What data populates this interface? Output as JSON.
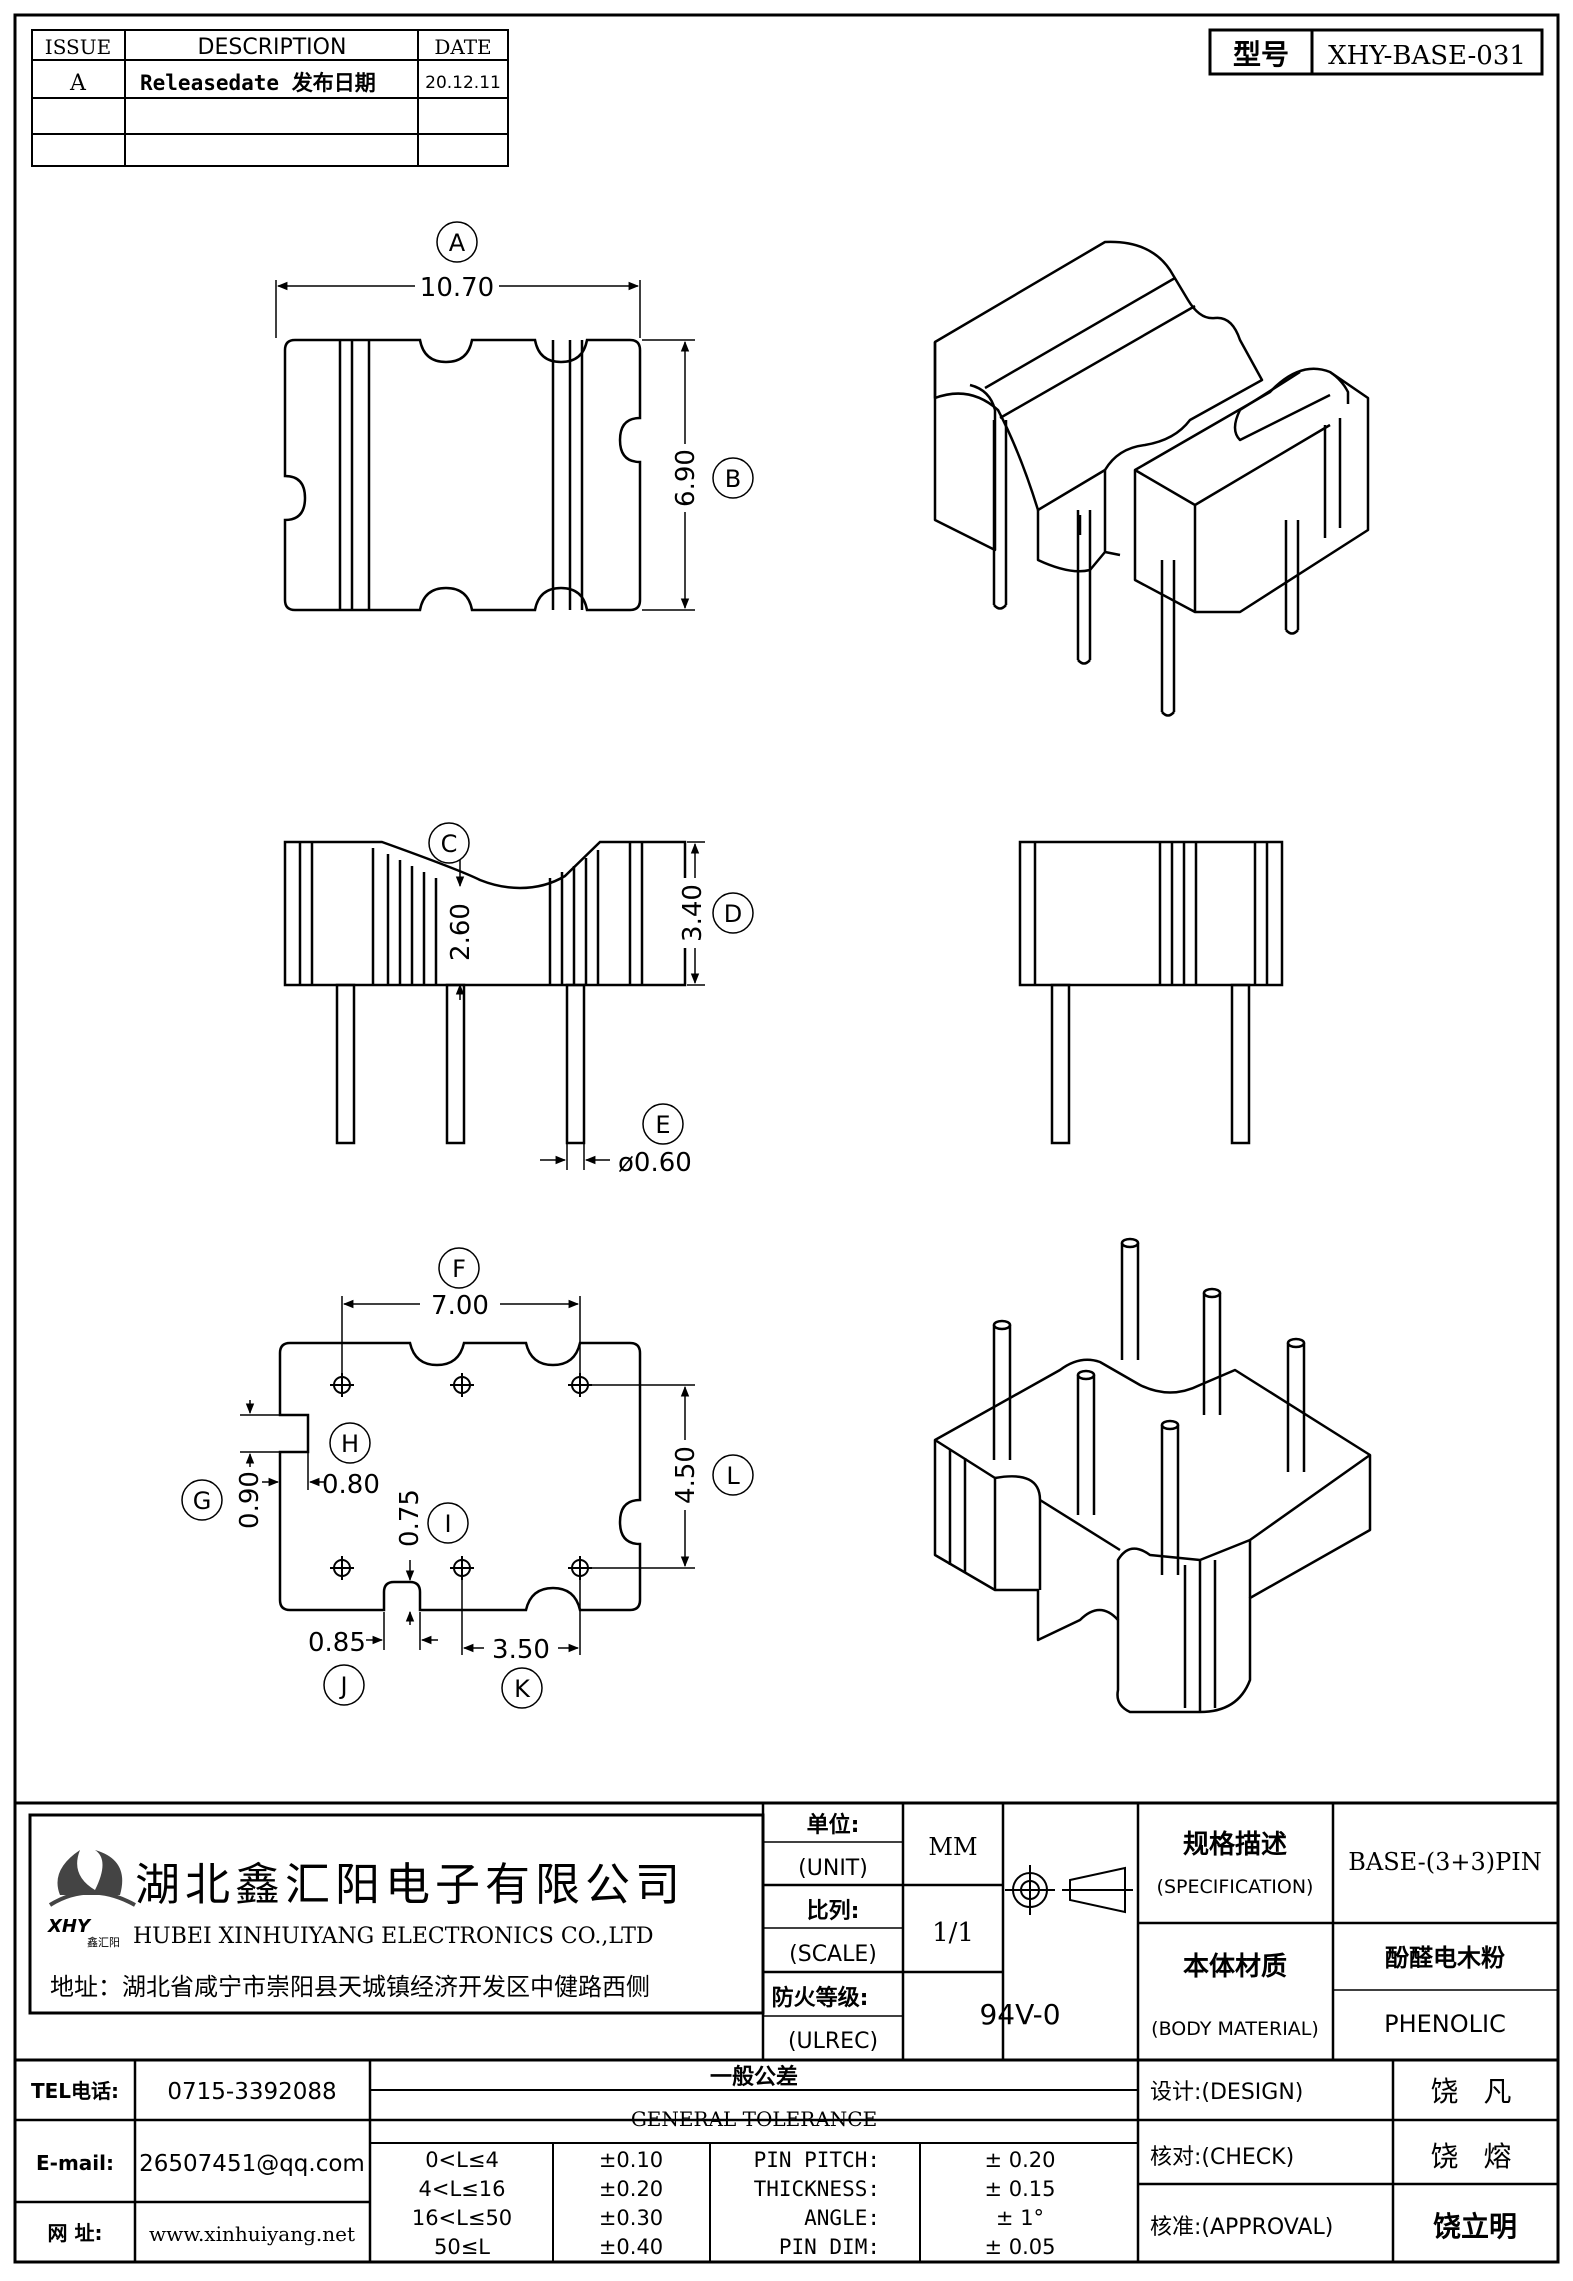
{
  "revision_table": {
    "headers": [
      "ISSUE",
      "DESCRIPTION",
      "DATE"
    ],
    "rows": [
      {
        "issue": "A",
        "description": "Releasedate 发布日期",
        "date": "20.12.11"
      },
      {
        "issue": "",
        "description": "",
        "date": ""
      },
      {
        "issue": "",
        "description": "",
        "date": ""
      }
    ]
  },
  "model": {
    "label": "型号",
    "value": "XHY-BASE-031"
  },
  "dimensions": {
    "A": {
      "label": "A",
      "value": "10.70"
    },
    "B": {
      "label": "B",
      "value": "6.90"
    },
    "C": {
      "label": "C",
      "value": "2.60"
    },
    "D": {
      "label": "D",
      "value": "3.40"
    },
    "E": {
      "label": "E",
      "value": "ø0.60"
    },
    "F": {
      "label": "F",
      "value": "7.00"
    },
    "G": {
      "label": "G",
      "value": "0.90"
    },
    "H": {
      "label": "H",
      "value": "0.80"
    },
    "I": {
      "label": "I",
      "value": "0.75"
    },
    "J": {
      "label": "J",
      "value": "0.85"
    },
    "K": {
      "label": "K",
      "value": "3.50"
    },
    "L": {
      "label": "L",
      "value": "4.50"
    }
  },
  "company": {
    "name_cn": "湖北鑫汇阳电子有限公司",
    "name_en": "HUBEI XINHUIYANG ELECTRONICS CO.,LTD",
    "address": "地址：湖北省咸宁市崇阳县天城镇经济开发区中健路西侧",
    "logo_text": "XHY",
    "logo_sub": "鑫汇阳"
  },
  "info": {
    "unit_cn": "单位:",
    "unit_en": "(UNIT)",
    "unit_value": "MM",
    "scale_cn": "比列:",
    "scale_en": "(SCALE)",
    "scale_value": "1/1",
    "fire_cn": "防火等级:",
    "fire_en": "(ULREC)",
    "fire_value": "94V-0",
    "spec_cn": "规格描述",
    "spec_en": "(SPECIFICATION)",
    "spec_value": "BASE-(3+3)PIN",
    "material_cn": "本体材质",
    "material_en": "(BODY MATERIAL)",
    "material_value_cn": "酚醛电木粉",
    "material_value_en": "PHENOLIC"
  },
  "contact": {
    "tel_label": "TEL电话:",
    "tel": "0715-3392088",
    "email_label": "E-mail:",
    "email": "26507451@qq.com",
    "web_label": "网 址:",
    "web": "www.xinhuiyang.net"
  },
  "tolerance": {
    "title_cn": "一般公差",
    "title_en": "GENERAL TOLERANCE",
    "ranges": [
      {
        "range": "0<L≤4",
        "tol": "±0.10"
      },
      {
        "range": "4<L≤16",
        "tol": "±0.20"
      },
      {
        "range": "16<L≤50",
        "tol": "±0.30"
      },
      {
        "range": "50≤L",
        "tol": "±0.40"
      }
    ],
    "specials": [
      {
        "name": "PIN PITCH:",
        "tol": "± 0.20"
      },
      {
        "name": "THICKNESS:",
        "tol": "± 0.15"
      },
      {
        "name": "ANGLE:",
        "tol": "± 1°"
      },
      {
        "name": "PIN DIM:",
        "tol": "± 0.05"
      }
    ]
  },
  "signoff": {
    "design_label": "设计:(DESIGN)",
    "design_name": "饶 凡",
    "check_label": "核对:(CHECK)",
    "check_name": "饶 熔",
    "approval_label": "核准:(APPROVAL)",
    "approval_name": "饶立明"
  }
}
